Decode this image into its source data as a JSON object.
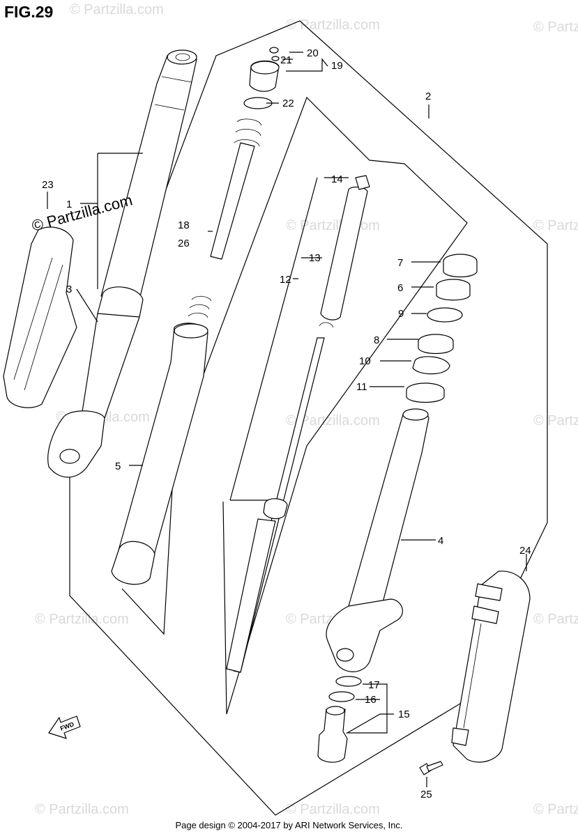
{
  "figure": {
    "title": "FIG.29"
  },
  "watermark": {
    "brand": "© Partzilla.com",
    "brand_short": "© Partzilla.com"
  },
  "callouts": {
    "c1": "1",
    "c2": "2",
    "c3": "3",
    "c4": "4",
    "c5": "5",
    "c6": "6",
    "c7": "7",
    "c8": "8",
    "c9": "9",
    "c10": "10",
    "c11": "11",
    "c12": "12",
    "c13": "13",
    "c14": "14",
    "c15": "15",
    "c16": "16",
    "c17": "17",
    "c18": "18",
    "c19": "19",
    "c20": "20",
    "c21": "21",
    "c22": "22",
    "c23": "23",
    "c24": "24",
    "c25": "25",
    "c26": "26"
  },
  "fwd_arrow": {
    "label": "FWD"
  },
  "footer": {
    "text": "Page design © 2004-2017 by ARI Network Services, Inc."
  }
}
